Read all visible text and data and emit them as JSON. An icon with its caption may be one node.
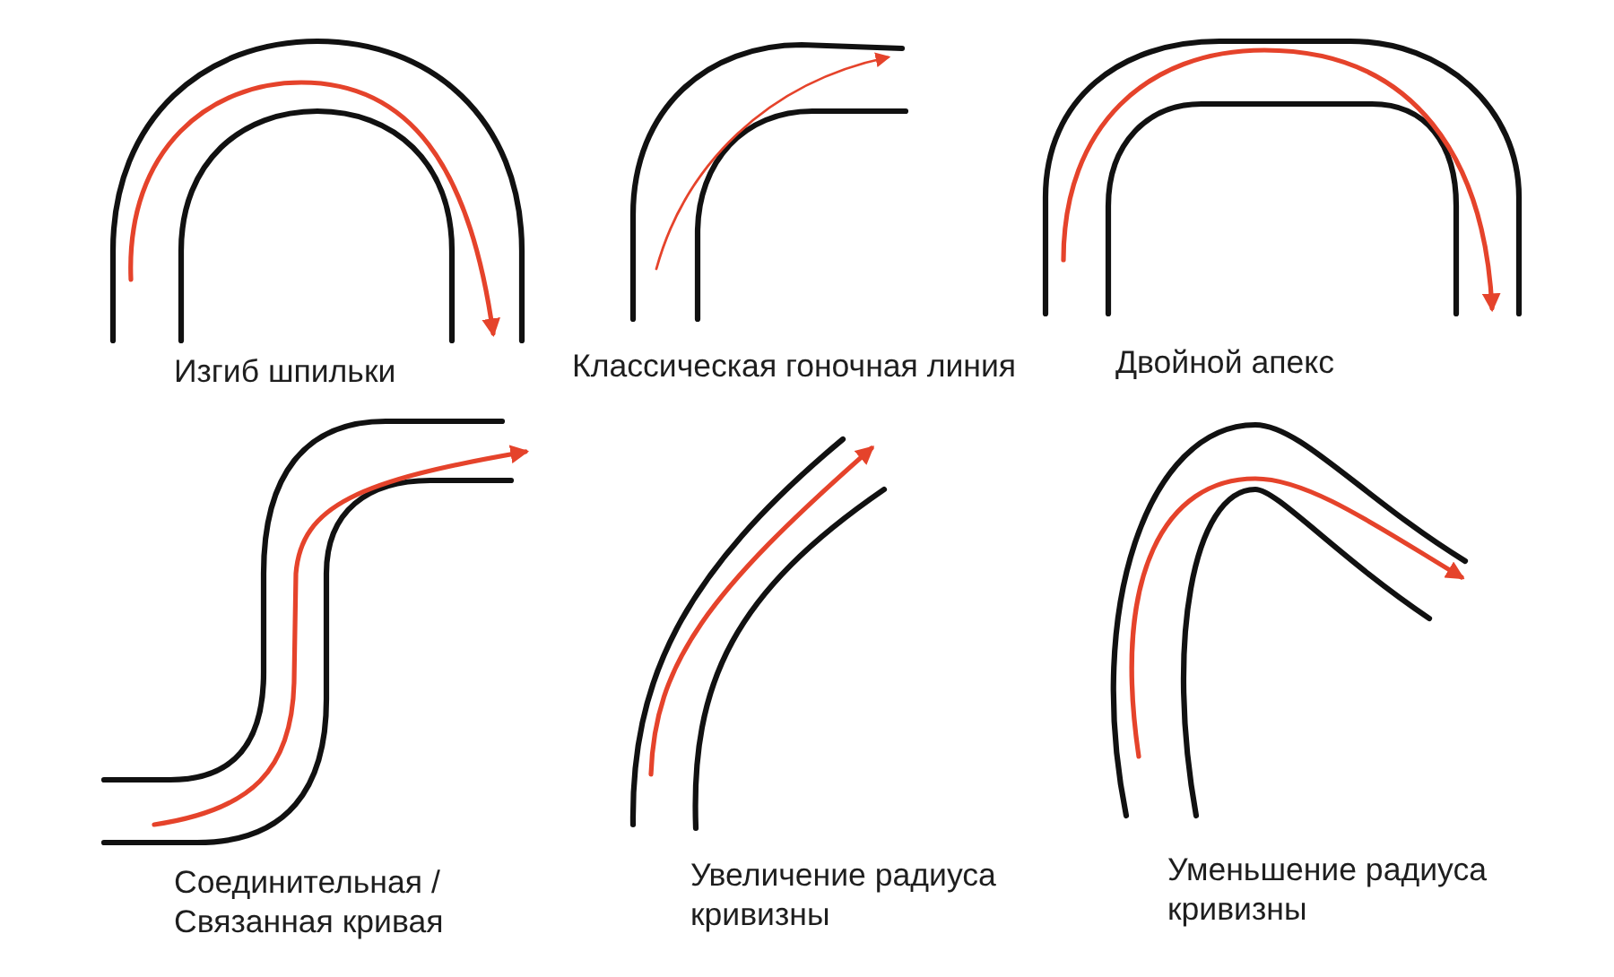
{
  "diagram": {
    "labels": [
      "Изгиб шпильки",
      "Классическая гоночная линия",
      "Двойной апекс",
      "Соединительная / Связанная кривая",
      "Увеличение радиуса кривизны",
      "Уменьшение радиуса кривизны"
    ]
  }
}
